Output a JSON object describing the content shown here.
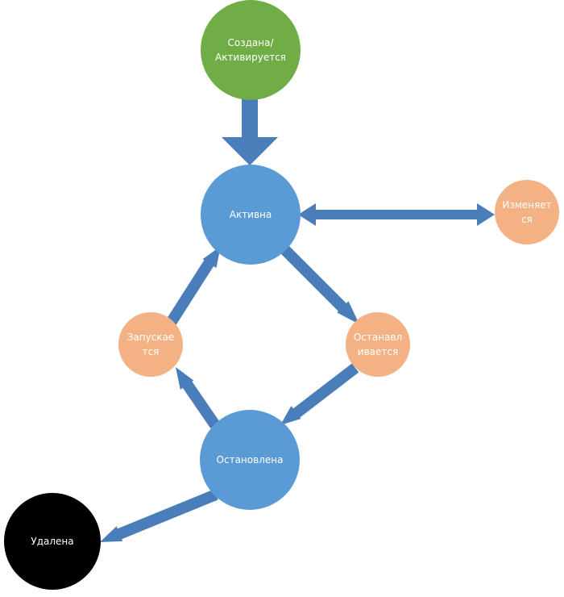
{
  "colors": {
    "blue": "#5b9bd5",
    "green": "#70ad47",
    "orange": "#f4b183",
    "black": "#000000",
    "arrow": "#4a7ebb",
    "text": "#ffffff"
  },
  "nodes": {
    "created": {
      "label": "Создана/\nАктивируется"
    },
    "active": {
      "label": "Активна"
    },
    "changing": {
      "label": "Изменяет\nся"
    },
    "starting": {
      "label": "Запускае\nтся"
    },
    "stopping": {
      "label": "Останавл\nивается"
    },
    "stopped": {
      "label": "Остановлена"
    },
    "deleted": {
      "label": "Удалена"
    }
  }
}
